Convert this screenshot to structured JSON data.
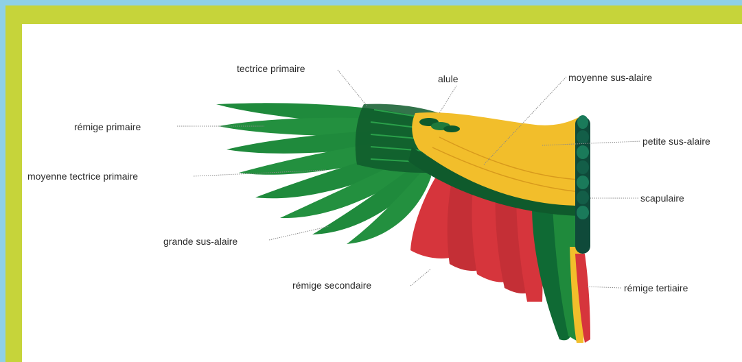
{
  "colors": {
    "border_blue": "#8fd0e6",
    "border_green": "#c6d43a",
    "panel": "#ffffff",
    "feather_green": "#1f8a3c",
    "feather_dark_green": "#0f5a2c",
    "feather_yellow": "#f2be2b",
    "feather_red": "#d6353c",
    "label_text": "#2a2a2a"
  },
  "labels": {
    "tectrice_primaire": "tectrice primaire",
    "alule": "alule",
    "moyenne_sus_alaire": "moyenne sus-alaire",
    "remige_primaire": "rémige primaire",
    "petite_sus_alaire": "petite sus-alaire",
    "moyenne_tectrice_primaire": "moyenne tectrice primaire",
    "scapulaire": "scapulaire",
    "grande_sus_alaire": "grande sus-alaire",
    "remige_secondaire": "rémige secondaire",
    "remige_tertiaire": "rémige tertiaire"
  }
}
